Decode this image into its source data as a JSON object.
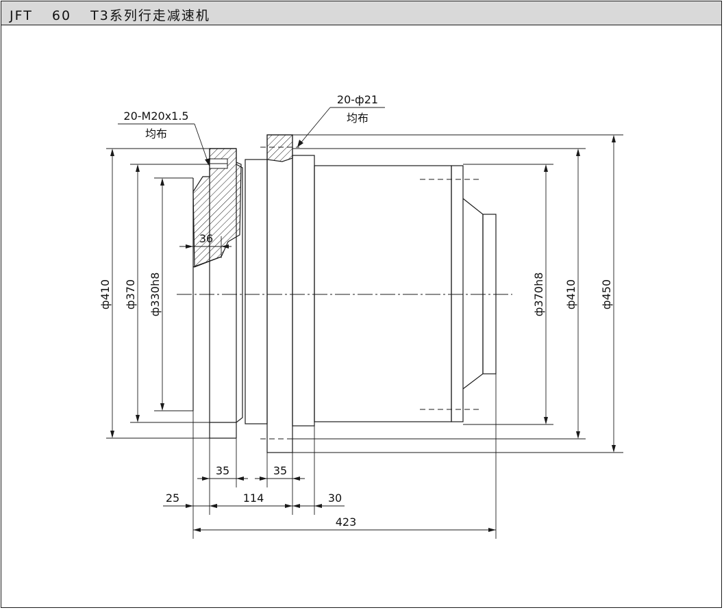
{
  "title": "JFT  60  T3系列行走减速机",
  "labels": {
    "thread_spec": "20-M20x1.5",
    "thread_note": "均布",
    "hole_spec": "20-ф21",
    "hole_note": "均布",
    "dia_410_left": "ф410",
    "dia_370_left": "ф370",
    "dia_330h8": "ф330h8",
    "dia_370h8": "ф370h8",
    "dia_410_right": "ф410",
    "dia_450": "ф450",
    "dim_36": "36",
    "dim_35_a": "35",
    "dim_35_b": "35",
    "dim_25": "25",
    "dim_114": "114",
    "dim_30": "30",
    "dim_423": "423"
  },
  "colors": {
    "line": "#1a1a1a",
    "title_bar": "#d9d9d9",
    "background": "#ffffff"
  }
}
